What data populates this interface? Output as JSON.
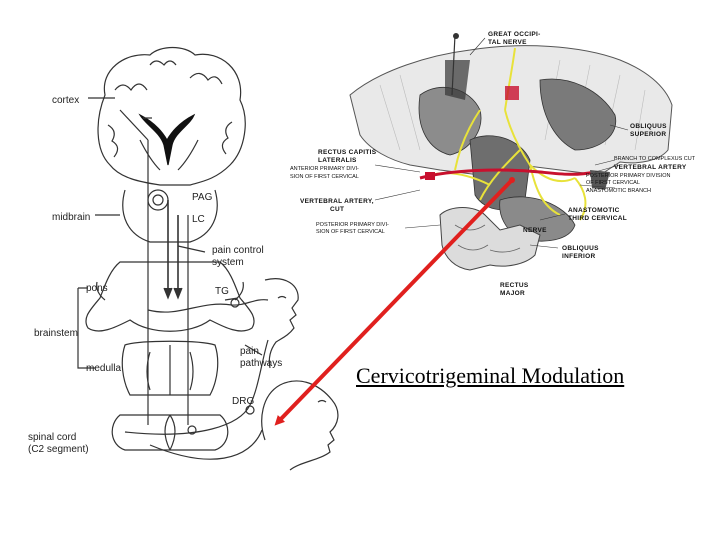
{
  "caption": "Cervicotrigeminal Modulation",
  "colors": {
    "arrow": "#e0201e",
    "nerve_yellow": "#e8e23a",
    "artery_red": "#c8102e"
  },
  "pain_diagram": {
    "labels": {
      "cortex": "cortex",
      "pag": "PAG",
      "lc": "LC",
      "midbrain": "midbrain",
      "pain_control": "pain control",
      "system": "system",
      "pons": "pons",
      "tg": "TG",
      "brainstem": "brainstem",
      "medulla": "medulla",
      "pain": "pain",
      "pathways": "pathways",
      "drg": "DRG",
      "spinal_cord": "spinal cord",
      "c2_segment": "(C2 segment)"
    }
  },
  "anatomy": {
    "labels": {
      "great_occipital_1": "GREAT OCCIPI-",
      "great_occipital_2": "TAL NERVE",
      "obliquus_superior_1": "OBLIQUUS",
      "obliquus_superior_2": "SUPERIOR",
      "branch_complexus": "BRANCH TO COMPLEXUS   CUT",
      "vertebral_artery_right": "VERTEBRAL ARTERY",
      "posterior_primary_second_1": "POSTERIOR PRIMARY DIVISION",
      "posterior_primary_second_2": "OF FIRST CERVICAL",
      "anastomotic_branch": "ANASTOMOTIC BRANCH",
      "rectus_capitis_1": "RECTUS CAPITIS",
      "rectus_capitis_2": "LATERALIS",
      "anterior_primary_1": "ANTERIOR PRIMARY DIVI-",
      "anterior_primary_2": "SION OF FIRST CERVICAL",
      "vertebral_artery_cut_1": "VERTEBRAL ARTERY,",
      "vertebral_artery_cut_2": "CUT",
      "posterior_primary_left_1": "POSTERIOR PRIMARY DIVI-",
      "posterior_primary_left_2": "SION OF FIRST CERVICAL",
      "anastomotic_third_1": "ANASTOMOTIC",
      "anastomotic_third_2": "THIRD CERVICAL",
      "obliquus_inferior_1": "OBLIQUUS",
      "obliquus_inferior_2": "INFERIOR",
      "rectus_major_1": "RECTUS",
      "rectus_major_2": "MAJOR",
      "nerve_text": "NERVE"
    }
  }
}
